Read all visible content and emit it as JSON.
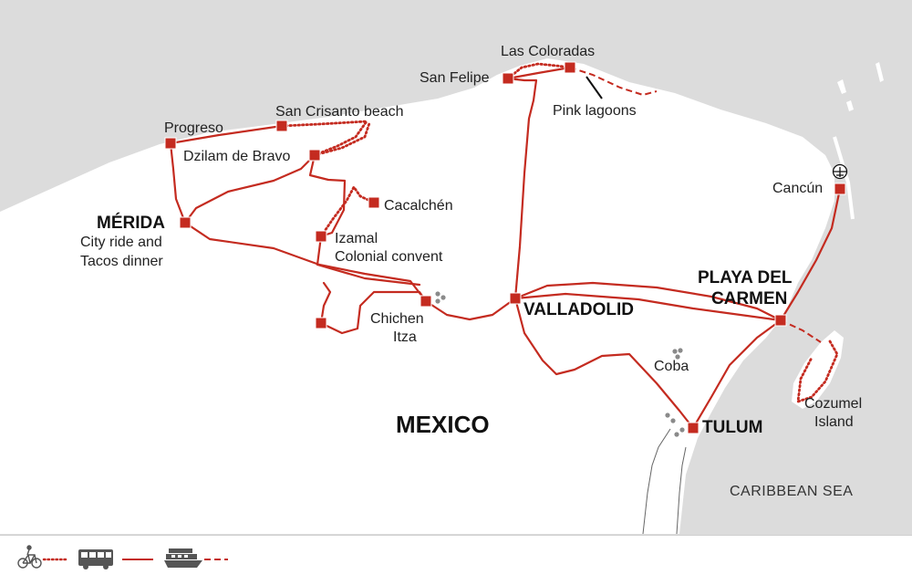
{
  "map": {
    "colors": {
      "sea": "#dcdcdc",
      "land": "#ffffff",
      "route": "#c42b20",
      "marker": "#c42b20",
      "ruins": "#888888",
      "text": "#222222"
    },
    "country_label": "MEXICO",
    "sea_label": "CARIBBEAN SEA",
    "places": {
      "progreso": "Progreso",
      "san_crisanto": "San Crisanto beach",
      "dzilam": "Dzilam de Bravo",
      "san_felipe": "San Felipe",
      "las_coloradas": "Las Coloradas",
      "pink_lagoons": "Pink lagoons",
      "cacalchen": "Cacalchén",
      "merida": "MÉRIDA",
      "merida_note_1": "City ride and",
      "merida_note_2": "Tacos dinner",
      "izamal": "Izamal",
      "izamal_note": "Colonial convent",
      "chichen_1": "Chichen",
      "chichen_2": "Itza",
      "valladolid": "VALLADOLID",
      "cancun": "Cancún",
      "playa_1": "PLAYA DEL",
      "playa_2": "CARMEN",
      "coba": "Coba",
      "tulum": "TULUM",
      "cozumel_1": "Cozumel",
      "cozumel_2": "Island"
    },
    "icons": {
      "airport": "airport-icon",
      "ruins": "ruins-icon"
    }
  },
  "legend": [
    {
      "icon": "bicycle-icon",
      "line": "dotted"
    },
    {
      "icon": "bus-icon",
      "line": "solid"
    },
    {
      "icon": "ferry-icon",
      "line": "dashed"
    }
  ]
}
